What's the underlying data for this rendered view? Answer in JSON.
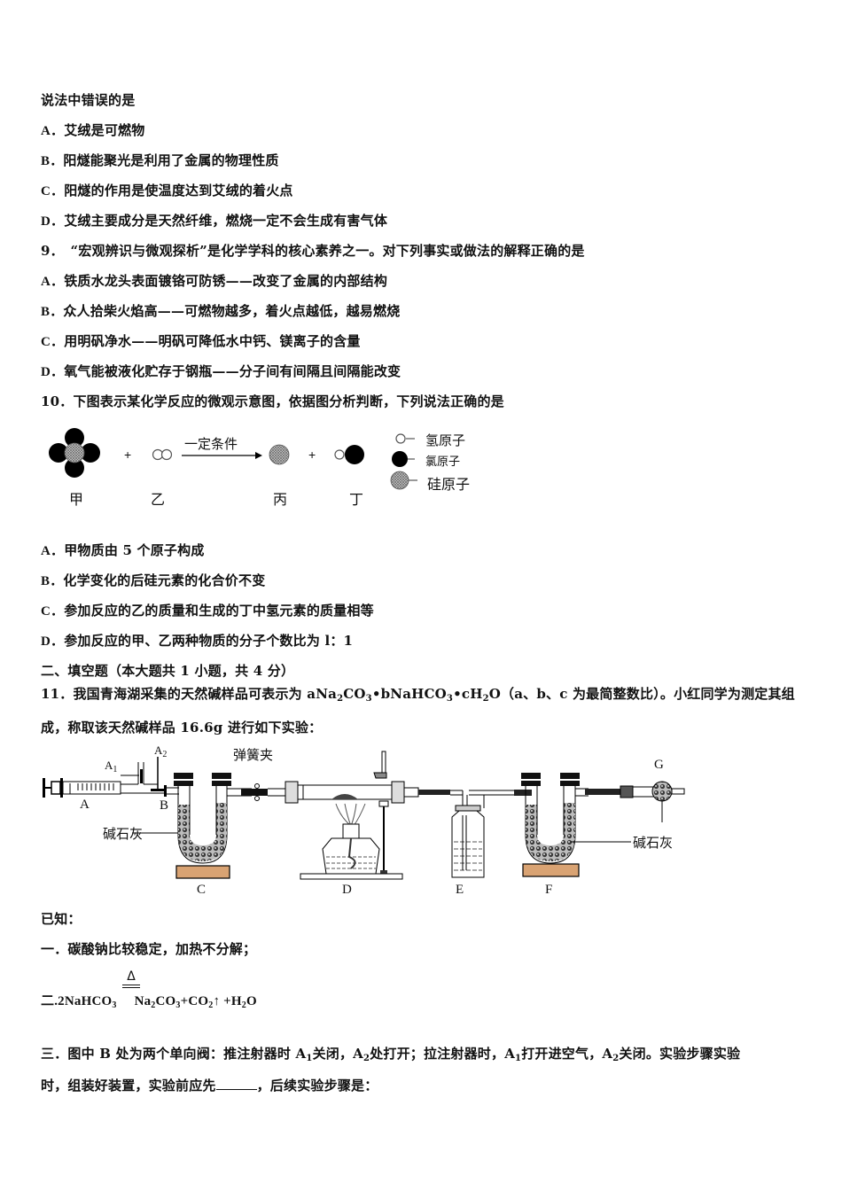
{
  "q8_tail": {
    "stem": "说法中错误的是",
    "options": [
      {
        "letter": "A．",
        "text": "艾绒是可燃物"
      },
      {
        "letter": "B．",
        "text": "阳燧能聚光是利用了金属的物理性质"
      },
      {
        "letter": "C．",
        "text": "阳燧的作用是使温度达到艾绒的着火点"
      },
      {
        "letter": "D．",
        "text": "艾绒主要成分是天然纤维，燃烧一定不会生成有害气体"
      }
    ]
  },
  "q9": {
    "stem": "9．　“宏观辨识与微观探析”是化学学科的核心素养之一。对下列事实或做法的解释正确的是",
    "options": [
      {
        "letter": "A．",
        "text": "铁质水龙头表面镀铬可防锈——改变了金属的内部结构"
      },
      {
        "letter": "B．",
        "text": "众人拾柴火焰高——可燃物越多，着火点越低，越易燃烧"
      },
      {
        "letter": "C．",
        "text": "用明矾净水——明矾可降低水中钙、镁离子的含量"
      },
      {
        "letter": "D．",
        "text": "氧气能被液化贮存于钢瓶——分子间有间隔且间隔能改变"
      }
    ]
  },
  "q10": {
    "stem": "10．下图表示某化学反应的微观示意图，依据图分析判断，下列说法正确的是",
    "diagram": {
      "condition": "一定条件",
      "plus": "+",
      "labels": [
        "甲",
        "乙",
        "丙",
        "丁"
      ],
      "legend": [
        {
          "icon": "white-circle",
          "text": "氢原子"
        },
        {
          "icon": "black-circle",
          "text": "氯原子"
        },
        {
          "icon": "hatched-circle",
          "text": "硅原子"
        }
      ]
    },
    "options": [
      {
        "letter": "A．",
        "text": "甲物质由 5 个原子构成"
      },
      {
        "letter": "B．",
        "text": "化学变化的后硅元素的化合价不变"
      },
      {
        "letter": "C．",
        "text": "参加反应的乙的质量和生成的丁中氢元素的质量相等"
      },
      {
        "letter": "D．",
        "text": "参加反应的甲、乙两种物质的分子个数比为 l：1"
      }
    ]
  },
  "section2": {
    "heading": "二、填空题（本大题共 1 小题，共 4 分）"
  },
  "q11": {
    "stem_part1": "11．我国青海湖采集的天然碱样品可表示为 aNa",
    "stem_sub1": "2",
    "stem_part2": "CO",
    "stem_sub2": "3",
    "stem_part3": "•bNaHCO",
    "stem_sub3": "3",
    "stem_part4": "•cH",
    "stem_sub4": "2",
    "stem_part5": "O（a、b、c 为最简整数比）。小红同学为测定其组",
    "stem_line2": "成，称取该天然碱样品 16.6g 进行如下实验：",
    "apparatus": {
      "labels": {
        "A": "A",
        "A1": "A",
        "A1_sub": "1",
        "A2": "A",
        "A2_sub": "2",
        "B": "B",
        "C": "C",
        "D": "D",
        "E": "E",
        "F": "F",
        "G": "G",
        "spring_clip": "弹簧夹",
        "soda_lime_left": "碱石灰",
        "soda_lime_right": "碱石灰"
      }
    },
    "known_heading": "已知：",
    "known1": "一．碳酸钠比较稳定，加热不分解；",
    "known2": {
      "prefix": "二.2NaHCO",
      "prefix_sub": "3",
      "condition": "Δ",
      "product1": "Na",
      "product1_sub": "2",
      "product1b": "CO",
      "product1b_sub": "3",
      "product2": "+CO",
      "product2_sub": "2",
      "arrow": "↑",
      "product3": " +H",
      "product3_sub": "2",
      "product3b": "O"
    },
    "known3_line1_parts": {
      "p1": "三．图中 B 处为两个单向阀：推注射器时 A",
      "s1": "1",
      "p2": "关闭，A",
      "s2": "2",
      "p3": "处打开；拉注射器时，A",
      "s3": "1",
      "p4": "打开进空气，A",
      "s4": "2",
      "p5": "关闭。实验步骤实验"
    },
    "known3_line2_before": "时，组装好装置，实验前应先",
    "known3_line2_after": "，后续实验步骤是："
  }
}
